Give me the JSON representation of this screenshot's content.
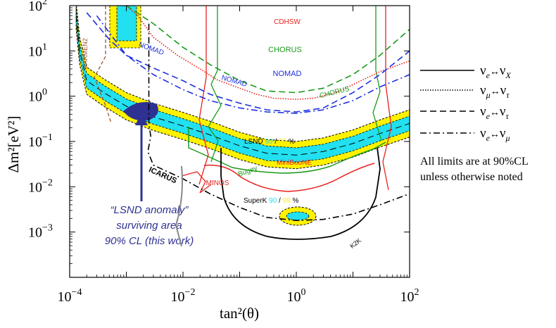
{
  "chart_data": {
    "type": "line",
    "xlabel": "tan²(θ)",
    "ylabel": "Δm²[eV²]",
    "x_scale": "log",
    "y_scale": "log",
    "xlim": [
      0.0001,
      100
    ],
    "ylim": [
      0.0001,
      100
    ],
    "x_ticks": [
      {
        "value": 0.0001,
        "base": "10",
        "exp": "−4"
      },
      {
        "value": 0.01,
        "base": "10",
        "exp": "−2"
      },
      {
        "value": 1,
        "base": "10",
        "exp": "0"
      },
      {
        "value": 100,
        "base": "10",
        "exp": "2"
      }
    ],
    "y_ticks": [
      {
        "value": 100,
        "base": "10",
        "exp": "2"
      },
      {
        "value": 10,
        "base": "10",
        "exp": "1"
      },
      {
        "value": 1,
        "base": "10",
        "exp": "0"
      },
      {
        "value": 0.1,
        "base": "10",
        "exp": "−1"
      },
      {
        "value": 0.01,
        "base": "10",
        "exp": "−2"
      },
      {
        "value": 0.001,
        "base": "10",
        "exp": "−3"
      }
    ],
    "legend": {
      "placement": "right",
      "entries": [
        {
          "style": "solid",
          "base1": "ν",
          "sub1": "e",
          "arrow": "↔",
          "base2": "ν",
          "sub2": "X"
        },
        {
          "style": "dotted",
          "base1": "ν",
          "sub1": "μ",
          "arrow": "↔",
          "base2": "ν",
          "sub2": "τ"
        },
        {
          "style": "dashed",
          "base1": "ν",
          "sub1": "e",
          "arrow": "↔",
          "base2": "ν",
          "sub2": "τ"
        },
        {
          "style": "dashdot",
          "base1": "ν",
          "sub1": "e",
          "arrow": "↔",
          "base2": "ν",
          "sub2": "μ"
        }
      ]
    },
    "note_lines": [
      "All limits are at 90%CL",
      "unless otherwise noted"
    ],
    "experiment_labels": {
      "cdhsw": "CDHSW",
      "chorus_top": "CHORUS",
      "nomad_right": "NOMAD",
      "nomad_left": "NOMAD",
      "nomad_mid": "NOMAD",
      "chorus_right": "CHORUS",
      "karmen": "KARMEN2",
      "bugey": "Bugey",
      "miniboone": "MiniBooNE",
      "minos": "MINOS",
      "icarus": "ICARUS",
      "k2k": "K2K"
    },
    "lsnd_label": {
      "prefix": "LSND ",
      "v1": "90",
      "sep": " / ",
      "v2": "99",
      "suffix": " %"
    },
    "superk_label": {
      "prefix": "SuperK ",
      "v1": "90",
      "sep": " / ",
      "v2": "99",
      "suffix": " %"
    },
    "annotation_lines": [
      "“LSND anomaly”",
      "surviving area",
      "90% CL (this work)"
    ],
    "colors": {
      "solid_limit": "#000000",
      "cdhsw": "#e8211c",
      "chorus": "#1a9a1a",
      "nomad": "#1c2fe0",
      "karmen": "#a0522d",
      "bugey": "#1a9a1a",
      "miniboone": "#e8211c",
      "minos": "#e8211c",
      "lsnd_90": "#22e0f0",
      "lsnd_99": "#fff200",
      "anomaly": "#2e3192"
    },
    "series": [
      {
        "name": "CDHSW",
        "style": "dotted",
        "color": "#e8211c",
        "points": [
          [
            0.001,
            100
          ],
          [
            0.0016,
            60
          ],
          [
            0.003,
            20
          ],
          [
            0.008,
            8
          ],
          [
            0.02,
            4
          ],
          [
            0.04,
            2.3
          ],
          [
            0.1,
            1.5
          ],
          [
            0.2,
            1.1
          ],
          [
            0.4,
            0.9
          ],
          [
            1,
            0.85
          ],
          [
            2,
            0.9
          ],
          [
            5,
            1.2
          ],
          [
            10,
            1.8
          ],
          [
            30,
            3.5
          ],
          [
            100,
            6
          ]
        ]
      },
      {
        "name": "CHORUS",
        "style": "dashed",
        "color": "#1a9a1a",
        "points": [
          [
            0.001,
            100
          ],
          [
            0.003,
            40
          ],
          [
            0.01,
            12
          ],
          [
            0.03,
            5
          ],
          [
            0.1,
            2.2
          ],
          [
            0.3,
            1.3
          ],
          [
            1,
            1.2
          ],
          [
            3,
            1.5
          ],
          [
            10,
            3
          ],
          [
            30,
            8
          ],
          [
            100,
            30
          ]
        ]
      },
      {
        "name": "NOMAD",
        "style": "dashed",
        "color": "#1c2fe0",
        "points": [
          [
            0.0002,
            70
          ],
          [
            0.0005,
            18
          ],
          [
            0.001,
            8
          ],
          [
            0.003,
            4.2
          ],
          [
            0.01,
            2.2
          ],
          [
            0.03,
            1.1
          ],
          [
            0.1,
            0.7
          ],
          [
            0.3,
            0.5
          ],
          [
            1,
            0.45
          ],
          [
            3,
            0.55
          ],
          [
            10,
            1.2
          ],
          [
            30,
            3
          ],
          [
            100,
            10
          ]
        ]
      },
      {
        "name": "NOMAD",
        "style": "dashdot",
        "color": "#1c2fe0",
        "points": [
          [
            0.0003,
            60
          ],
          [
            0.001,
            8
          ],
          [
            0.003,
            3
          ],
          [
            0.01,
            1.4
          ],
          [
            0.03,
            0.8
          ],
          [
            0.1,
            0.55
          ],
          [
            0.3,
            0.45
          ],
          [
            1,
            0.42
          ],
          [
            3,
            0.5
          ],
          [
            10,
            0.8
          ],
          [
            30,
            1.6
          ],
          [
            100,
            3
          ]
        ]
      },
      {
        "name": "ICARUS",
        "style": "dashdot",
        "color": "#000000",
        "points": [
          [
            0.0025,
            40
          ],
          [
            0.0025,
            0.25
          ],
          [
            0.0027,
            0.13
          ],
          [
            0.0024,
            0.06
          ],
          [
            0.003,
            0.03
          ],
          [
            0.01,
            0.015
          ],
          [
            0.03,
            0.007
          ],
          [
            0.1,
            0.0035
          ],
          [
            0.3,
            0.0021
          ],
          [
            1,
            0.0018
          ],
          [
            3,
            0.0019
          ],
          [
            10,
            0.0025
          ],
          [
            30,
            0.004
          ],
          [
            100,
            0.007
          ]
        ]
      }
    ]
  }
}
